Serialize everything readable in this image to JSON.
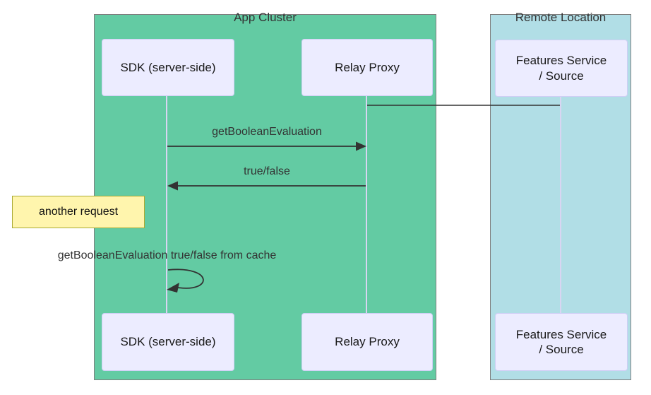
{
  "diagram": {
    "type": "sequence",
    "containers": {
      "app_cluster": {
        "label": "App Cluster"
      },
      "remote_location": {
        "label": "Remote Location"
      }
    },
    "actors": {
      "sdk": {
        "label": "SDK (server-side)"
      },
      "relay": {
        "label": "Relay Proxy"
      },
      "features": {
        "label_line1": "Features Service",
        "label_line2": "/ Source"
      }
    },
    "messages": {
      "relay_to_features": {
        "label": "",
        "type": "line"
      },
      "get_boolean_evaluation": {
        "label": "getBooleanEvaluation",
        "type": "arrow-right"
      },
      "true_false": {
        "label": "true/false",
        "type": "arrow-left"
      },
      "cache_self_call": {
        "label": "getBooleanEvaluation true/false from cache",
        "type": "self-loop"
      }
    },
    "note": {
      "label": "another request"
    },
    "colors": {
      "app_cluster_fill": "#63cba3",
      "remote_location_fill": "#b1dee6",
      "container_border": "#7e7e7e",
      "actor_fill": "#ececff",
      "actor_border": "#cfcef5",
      "note_fill": "#fff5ad",
      "note_border": "#aaaa33",
      "lifeline": "#d8d5f2",
      "arrow": "#333333"
    }
  }
}
